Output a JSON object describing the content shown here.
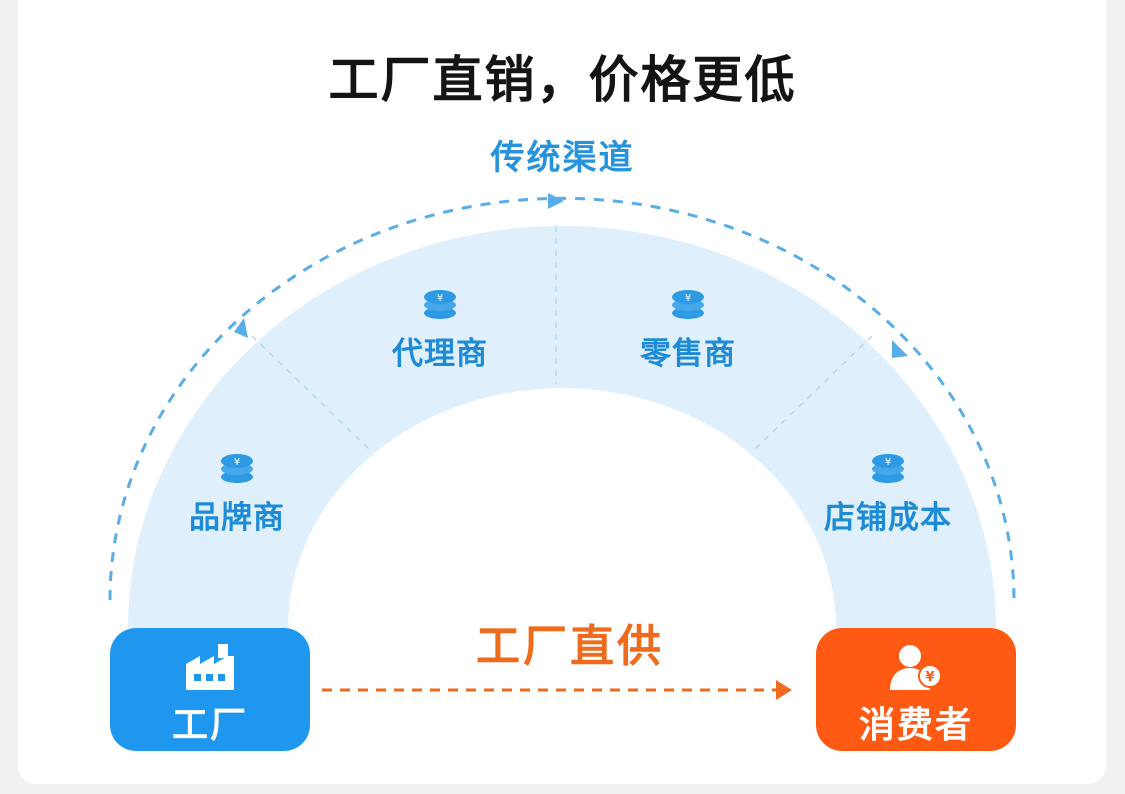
{
  "title": "工厂直销，价格更低",
  "traditional": {
    "label": "传统渠道",
    "stages": [
      {
        "label": "品牌商"
      },
      {
        "label": "代理商"
      },
      {
        "label": "零售商"
      },
      {
        "label": "店铺成本"
      }
    ],
    "coin_symbol": "¥"
  },
  "direct": {
    "label": "工厂直供"
  },
  "nodes": {
    "factory": {
      "label": "工厂",
      "icon": "factory-icon"
    },
    "consumer": {
      "label": "消费者",
      "icon": "user-yuan-icon"
    }
  },
  "colors": {
    "blue": "#1f97ef",
    "orange": "#ff5a14",
    "arc_fill": "#dff0fc",
    "label_blue": "#1f8bd6",
    "direct_orange": "#ee6b1d"
  }
}
